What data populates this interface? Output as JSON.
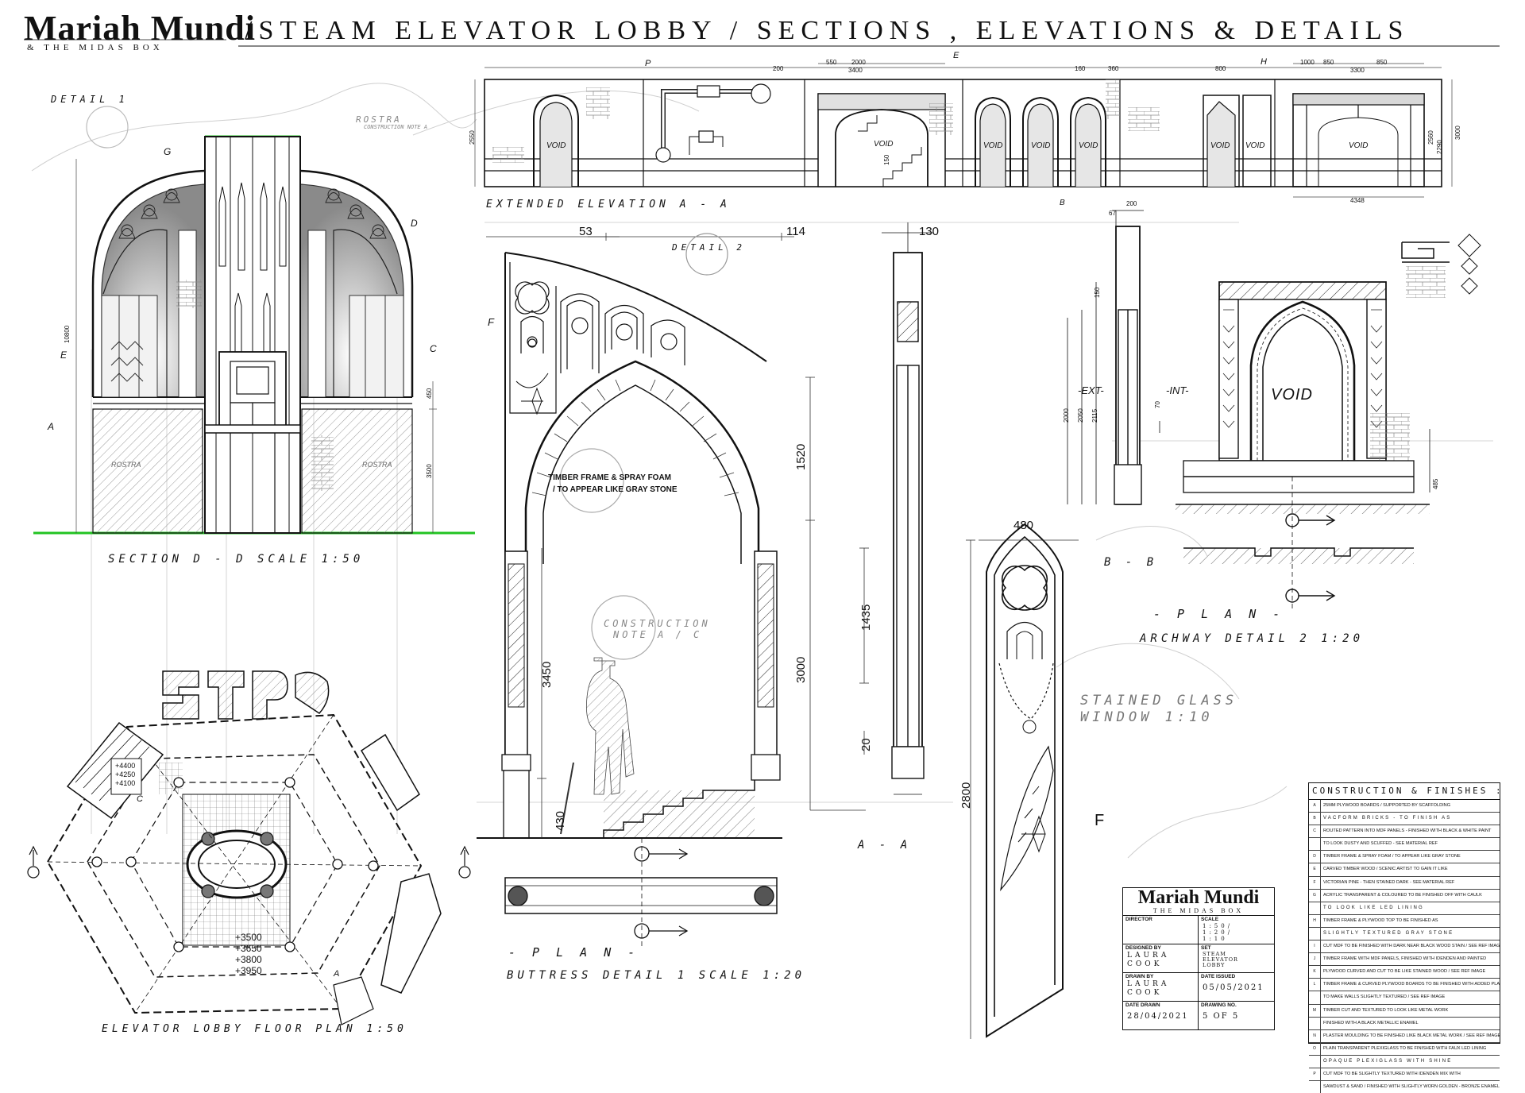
{
  "header": {
    "logo_main": "Mariah Mundi",
    "logo_sub": "& THE MIDAS BOX",
    "title": "/STEAM ELEVATOR LOBBY / SECTIONS , ELEVATIONS & DETAILS"
  },
  "labels": {
    "detail_1": "DETAIL 1",
    "detail_2": "DETAIL 2",
    "rostra_note": "ROSTRA",
    "rostra_note_sub": "CONSTRUCTION NOTE A",
    "section_dd": "SECTION D - D SCALE 1:50",
    "extended_elevation": "EXTENDED ELEVATION A - A",
    "floor_plan": "ELEVATOR LOBBY FLOOR PLAN 1:50",
    "buttress_plan": "- P L A N -",
    "buttress_detail": "BUTTRESS DETAIL 1 SCALE 1:20",
    "archway_plan": "- P L A N -",
    "archway_detail": "ARCHWAY DETAIL 2 1:20",
    "stained_glass_1": "STAINED GLASS",
    "stained_glass_2": "WINDOW 1:10",
    "construction_note_1": "CONSTRUCTION",
    "construction_note_2": "NOTE A / C",
    "timber_note_1": "TIMBER FRAME & SPRAY FOAM",
    "timber_note_2": "/ TO APPEAR LIKE GRAY STONE",
    "aa": "A - A",
    "bb": "B - B",
    "ext": "-EXT-",
    "int": "-INT-",
    "void": "VOID",
    "rostra": "ROSTRA",
    "marks": {
      "g": "G",
      "d": "D",
      "e": "E",
      "c": "C",
      "a": "A",
      "f": "F",
      "f2": "F",
      "p": "P",
      "e2": "E",
      "h": "H",
      "b": "B",
      "c2": "C",
      "a2": "A"
    }
  },
  "dimensions": {
    "d53": "53",
    "d114": "114",
    "d130": "130",
    "d1520": "1520",
    "d1435": "1435",
    "d3000": "3000",
    "d3450": "3450",
    "d20": "20",
    "d430": "430",
    "d480": "480",
    "d2800": "2800",
    "d200": "200",
    "d67": "67",
    "d150": "150",
    "d2000": "2000",
    "d2050": "2050",
    "d2115": "2115",
    "d70": "70",
    "d485": "485",
    "d10800": "10800",
    "d450": "450",
    "d3500": "3500",
    "e200": "200",
    "e550": "550",
    "e2000": "2000",
    "e3400": "3400",
    "e160": "160",
    "e360": "360",
    "e800": "800",
    "e1000": "1000",
    "e850": "850",
    "e850b": "850",
    "e3300": "3300",
    "e2550": "2550",
    "e2560": "2560",
    "e2290": "2290",
    "e3000": "3000",
    "e4348": "4348",
    "e150": "150"
  },
  "floor_levels": [
    "+3500",
    "+3650",
    "+3800",
    "+3950"
  ],
  "stair_levels": [
    "+4400",
    "+4250",
    "+4100"
  ],
  "title_block": {
    "logo_main": "Mariah Mundi",
    "logo_sub": "THE MIDAS BOX",
    "director_h": "DIRECTOR",
    "scale_h": "SCALE",
    "scale_v": [
      "1:50/",
      "1:20/",
      "1:10"
    ],
    "designed_h": "DESIGNED BY",
    "designed_v": [
      "LAURA",
      "COOK"
    ],
    "set_h": "SET",
    "set_v": [
      "STEAM",
      "ELEVATOR",
      "LOBBY"
    ],
    "drawn_h": "DRAWN BY",
    "drawn_v": [
      "LAURA",
      "COOK"
    ],
    "issued_h": "DATE ISSUED",
    "issued_v": "05/05/2021",
    "date_h": "DATE DRAWN",
    "date_v": "28/04/2021",
    "drawing_h": "DRAWING NO.",
    "drawing_v": "5 OF 5"
  },
  "finishes": {
    "title": "CONSTRUCTION & FINISHES :",
    "rows": [
      {
        "k": "A",
        "t": "25MM PLYWOOD BOARDS / SUPPORTED BY SCAFFOLDING",
        "sp": false
      },
      {
        "k": "B",
        "t": "VACFORM BRICKS - TO FINISH AS",
        "sp": true
      },
      {
        "k": "C",
        "t": "ROUTED PATTERN INTO MDF PANELS - FINISHED WITH BLACK & WHITE PAINT",
        "sp": false
      },
      {
        "k": "",
        "t": "TO LOOK DUSTY AND SCUFFED - SEE MATERIAL REF",
        "sp": false
      },
      {
        "k": "D",
        "t": "TIMBER FRAME & SPRAY FOAM / TO APPEAR LIKE GRAY STONE",
        "sp": false
      },
      {
        "k": "E",
        "t": "CARVED TIMBER WOOD / SCENIC ARTIST TO GAIN IT LIKE",
        "sp": false
      },
      {
        "k": "F",
        "t": "VICTORIAN PINE - THEN STAINED DARK - SEE MATERIAL REF",
        "sp": false
      },
      {
        "k": "G",
        "t": "ACRYLIC TRANSPARENT & COLOURED TO BE FINISHED OFF WITH CAULK",
        "sp": false
      },
      {
        "k": "",
        "t": "TO LOOK LIKE LED LINING",
        "sp": true
      },
      {
        "k": "H",
        "t": "TIMBER FRAME & PLYWOOD TOP TO BE FINISHED AS",
        "sp": false
      },
      {
        "k": "",
        "t": "SLIGHTLY TEXTURED GRAY STONE",
        "sp": true
      },
      {
        "k": "I",
        "t": "CUT MDF TO BE FINISHED WITH DARK NEAR BLACK WOOD STAIN / SEE REF IMAGE",
        "sp": false
      },
      {
        "k": "J",
        "t": "TIMBER FRAME WITH MDF PANELS, FINISHED WITH IDENDEN AND PAINTED",
        "sp": false
      },
      {
        "k": "K",
        "t": "PLYWOOD CURVED AND CUT TO BE LIKE STAINED WOOD / SEE REF IMAGE",
        "sp": false
      },
      {
        "k": "L",
        "t": "TIMBER FRAME & CURVED PLYWOOD BOARDS TO BE FINISHED WITH ADDED PLASTER",
        "sp": false
      },
      {
        "k": "",
        "t": "TO MAKE WALLS SLIGHTLY TEXTURED / SEE REF IMAGE",
        "sp": false
      },
      {
        "k": "M",
        "t": "TIMBER CUT AND TEXTURED TO LOOK LIKE METAL WORK",
        "sp": false
      },
      {
        "k": "",
        "t": "FINISHED WITH A BLACK METALLIC ENAMEL",
        "sp": false
      },
      {
        "k": "N",
        "t": "PLASTER MOULDING TO BE FINISHED LIKE BLACK METAL WORK / SEE REF IMAGE",
        "sp": false
      },
      {
        "k": "O",
        "t": "PLAIN TRANSPARENT PLEXIGLASS TO BE FINISHED WITH FAUX LED LINING",
        "sp": false
      },
      {
        "k": "",
        "t": "OPAQUE PLEXIGLASS WITH SHINE",
        "sp": true
      },
      {
        "k": "P",
        "t": "CUT MDF TO BE SLIGHTLY TEXTURED WITH IDENDEN MIX WITH",
        "sp": false
      },
      {
        "k": "",
        "t": "SAWDUST & SAND / FINISHED WITH SLIGHTLY WORN GOLDEN - BRONZE ENAMEL",
        "sp": false
      }
    ]
  },
  "colors": {
    "ink": "#111111",
    "grey": "#8a8a8a",
    "ground": "#22c322",
    "hatch": "#9a9a9a"
  }
}
